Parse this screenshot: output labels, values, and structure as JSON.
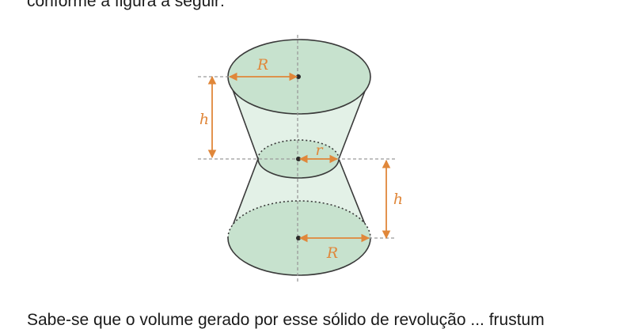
{
  "text": {
    "top_line": "conforme a figura a seguir:",
    "bottom_line": "Sabe-se que o volume gerado por esse sólido de revolução ... frustum"
  },
  "figure": {
    "label_R_top": "R",
    "label_r": "r",
    "label_R_bottom": "R",
    "label_h_top": "h",
    "label_h_bottom": "h"
  },
  "colors": {
    "fill_base": "#c7e2ce",
    "fill_side": "#e3f1e7",
    "outline": "#3a3a3a",
    "accent": "#e0873a",
    "guide": "#9a9a9a"
  }
}
